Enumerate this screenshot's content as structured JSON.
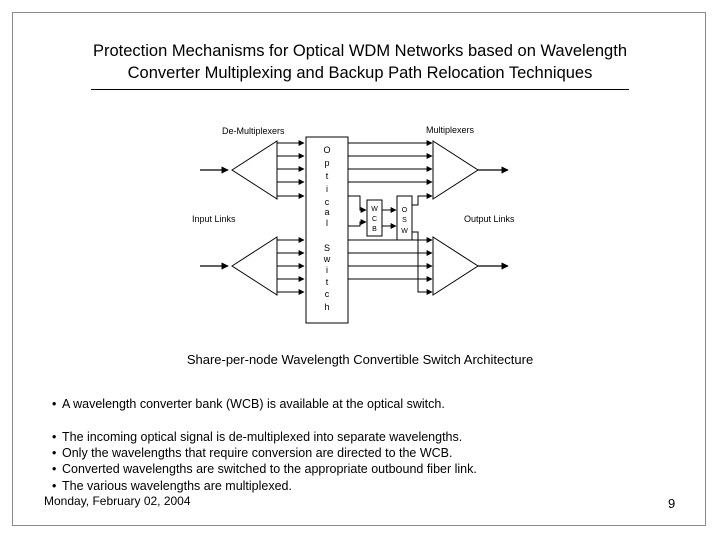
{
  "slide": {
    "title_line1": "Protection Mechanisms for Optical WDM Networks based on Wavelength",
    "title_line2": "Converter Multiplexing and Backup Path Relocation Techniques"
  },
  "diagram": {
    "demux_label": "De-Multiplexers",
    "mux_label": "Multiplexers",
    "input_label": "Input Links",
    "output_label": "Output Links",
    "switch_letters": [
      "O",
      "p",
      "t",
      "i",
      "c",
      "a",
      "l",
      "S",
      "w",
      "i",
      "t",
      "c",
      "h"
    ],
    "wcb_letters": [
      "W",
      "C",
      "B"
    ],
    "osw_letters": [
      "O",
      "S",
      "W"
    ]
  },
  "caption": "Share-per-node Wavelength Convertible Switch Architecture",
  "bullets": [
    "A wavelength converter bank (WCB) is available at the optical switch.",
    "The incoming optical signal is de-multiplexed into separate wavelengths.",
    "Only the wavelengths that require conversion are directed to the WCB.",
    "Converted wavelengths are switched to the appropriate outbound fiber link.",
    "The various wavelengths are multiplexed."
  ],
  "bullet_symbol": "•",
  "footer": {
    "date": "Monday, February 02, 2004",
    "page": "9"
  }
}
